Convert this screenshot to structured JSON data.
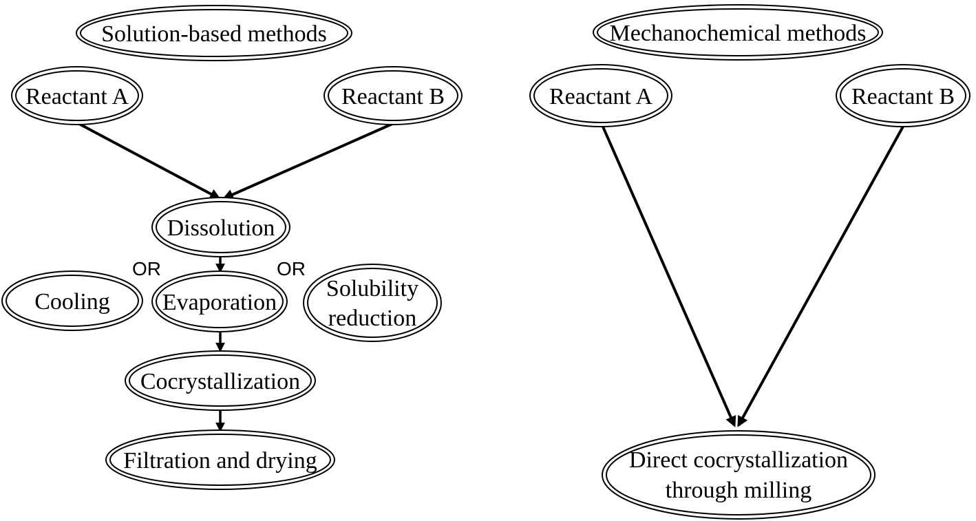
{
  "solution": {
    "title": "Solution-based methods",
    "reactant_a": "Reactant A",
    "reactant_b": "Reactant B",
    "dissolution": "Dissolution",
    "or_left": "OR",
    "or_right": "OR",
    "cooling": "Cooling",
    "evaporation": "Evaporation",
    "solubility_line1": "Solubility",
    "solubility_line2": "reduction",
    "cocrystallization": "Cocrystallization",
    "filtration": "Filtration and drying"
  },
  "mechanochemical": {
    "title": "Mechanochemical methods",
    "reactant_a": "Reactant A",
    "reactant_b": "Reactant B",
    "product_line1": "Direct cocrystallization",
    "product_line2": "through milling"
  }
}
